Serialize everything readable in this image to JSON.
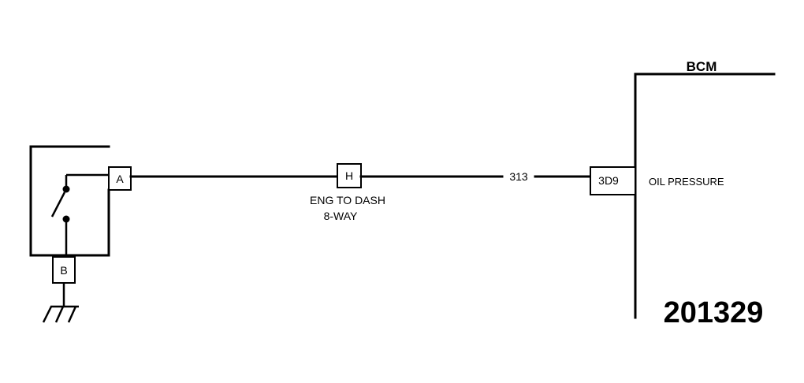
{
  "module": {
    "name": "BCM"
  },
  "switch": {
    "pin_signal": "A",
    "pin_ground": "B"
  },
  "connector": {
    "pin": "H",
    "name_line1": "ENG TO DASH",
    "name_line2": "8-WAY"
  },
  "circuit": {
    "number": "313"
  },
  "bcm_pin": {
    "pin": "3D9",
    "function": "OIL PRESSURE"
  },
  "figure": {
    "id": "201329"
  },
  "colors": {
    "line": "#000000",
    "background": "#ffffff"
  }
}
